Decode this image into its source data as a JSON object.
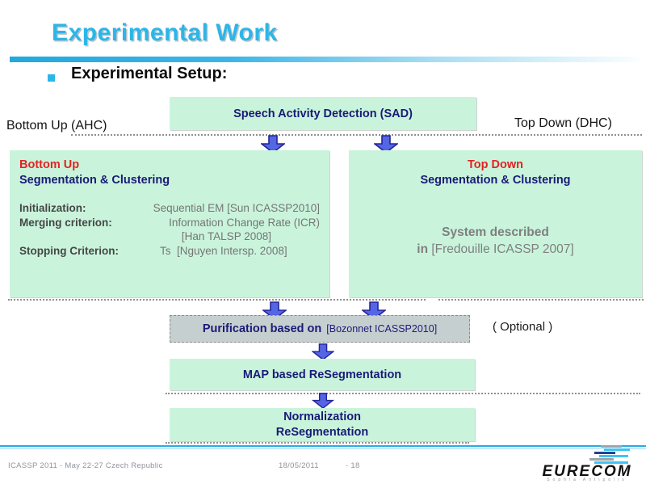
{
  "slide": {
    "title": "Experimental Work",
    "bullet": "Experimental Setup:"
  },
  "labels": {
    "left": "Bottom Up (AHC)",
    "right": "Top Down (DHC)",
    "optional": "( Optional )"
  },
  "boxes": {
    "sad": {
      "label": "Speech Activity Detection (SAD)"
    },
    "bottom_up": {
      "title": "Bottom Up",
      "subtitle": "Segmentation & Clustering",
      "rows": [
        {
          "label": "Initialization:",
          "value": "Sequential EM [Sun ICASSP2010]"
        },
        {
          "label": "Merging criterion:",
          "value": "Information Change Rate (ICR)"
        },
        {
          "label": "",
          "value": "[Han TALSP 2008]"
        },
        {
          "label": "Stopping Criterion:",
          "value": "Ts  [Nguyen Intersp. 2008]"
        }
      ]
    },
    "top_down": {
      "title": "Top Down",
      "subtitle": "Segmentation & Clustering",
      "desc_line1": "System described",
      "desc_bold": "in",
      "desc_rest": " [Fredouille ICASSP 2007]"
    },
    "purification": {
      "bold": "Purification based on",
      "ref": "[Bozonnet ICASSP2010]"
    },
    "map": {
      "label": "MAP based ReSegmentation"
    },
    "normalization": {
      "line1": "Normalization",
      "line2": "ReSegmentation"
    }
  },
  "footer": {
    "conference": "ICASSP 2011 - May 22-27 Czech Republic",
    "date": "18/05/2011",
    "page": "- 18",
    "logo_text": "EURECOM",
    "logo_subtext": "Sophia Antipolis"
  },
  "colors": {
    "accent_cyan": "#2cb6e8",
    "box_green": "#c9f4db",
    "box_gray": "#c6cfcf",
    "text_navy": "#1a1a78",
    "text_red": "#e32222",
    "arrow_blue": "#5466e3"
  }
}
